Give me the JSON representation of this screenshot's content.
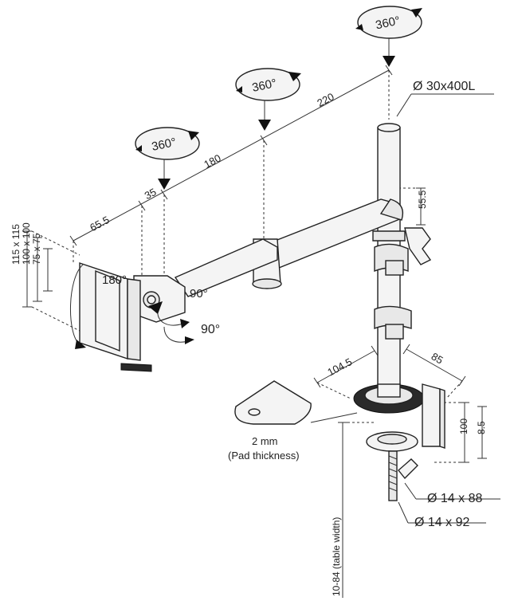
{
  "rotations": {
    "top": "360°",
    "middle": "360°",
    "left": "360°",
    "head_tilt": "180°",
    "head_swivel": "90°",
    "head_turn": "90°"
  },
  "dimensions": {
    "arm1": "65.5",
    "arm2": "35",
    "arm3": "180",
    "arm4": "220",
    "pole": "Ø 30x400L",
    "pole_offset": "55.5",
    "vesa_outer": "115 x 115",
    "vesa_mid": "100 x 100",
    "vesa_inner": "75 x 75",
    "clamp_depth": "104.5",
    "clamp_width": "85",
    "clamp_height": "100",
    "clamp_small": "8.5",
    "bolt_short": "Ø 14 x 88",
    "bolt_long": "Ø 14 x 92",
    "table_width": "10-84 (table width)"
  },
  "pad": {
    "thickness": "2 mm",
    "caption": "(Pad thickness)"
  }
}
